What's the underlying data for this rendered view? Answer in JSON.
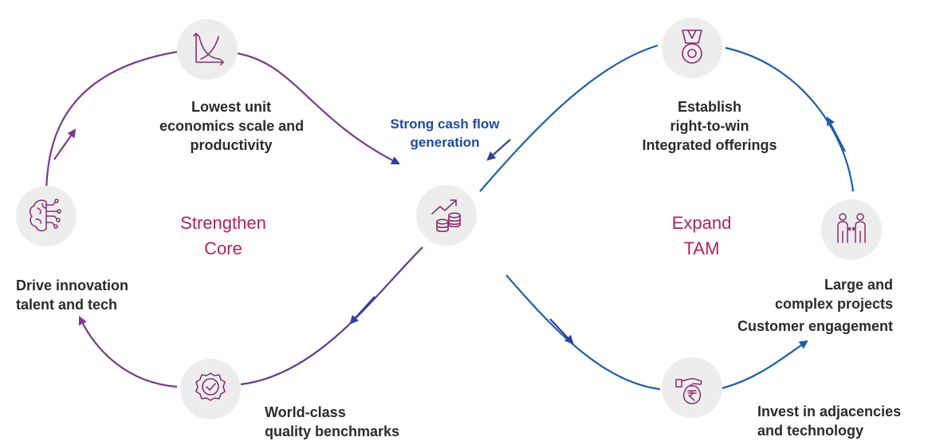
{
  "colors": {
    "left_loop": "#7a3b8a",
    "right_loop": "#1f5fa8",
    "center_text": "#1e4aa0",
    "phase_text": "#b0245e",
    "icon_stroke": "#8a2f6e",
    "node_fill": "#ededee"
  },
  "center": {
    "label_line1": "Strong cash flow",
    "label_line2": "generation",
    "icon": "growth-coins-icon"
  },
  "phases": {
    "left_line1": "Strengthen",
    "left_line2": "Core",
    "right_line1": "Expand",
    "right_line2": "TAM"
  },
  "nodes": {
    "unit_economics": {
      "icon": "declining-curve-chart-icon",
      "line1": "Lowest unit",
      "line2": "economics scale and",
      "line3": "productivity"
    },
    "innovation": {
      "icon": "brain-circuit-icon",
      "line1": "Drive innovation",
      "line2": "talent and tech"
    },
    "quality": {
      "icon": "quality-badge-icon",
      "line1": "World-class",
      "line2": "quality benchmarks"
    },
    "right_to_win": {
      "icon": "medal-icon",
      "line1": "Establish",
      "line2": "right-to-win",
      "line3": "Integrated offerings"
    },
    "large_projects": {
      "icon": "people-exchange-icon",
      "line1": "Large and",
      "line2": "complex projects",
      "line3": "Customer engagement"
    },
    "adjacencies": {
      "icon": "rupee-money-bag-icon",
      "line1": "Invest in adjacencies",
      "line2": "and technology"
    }
  }
}
